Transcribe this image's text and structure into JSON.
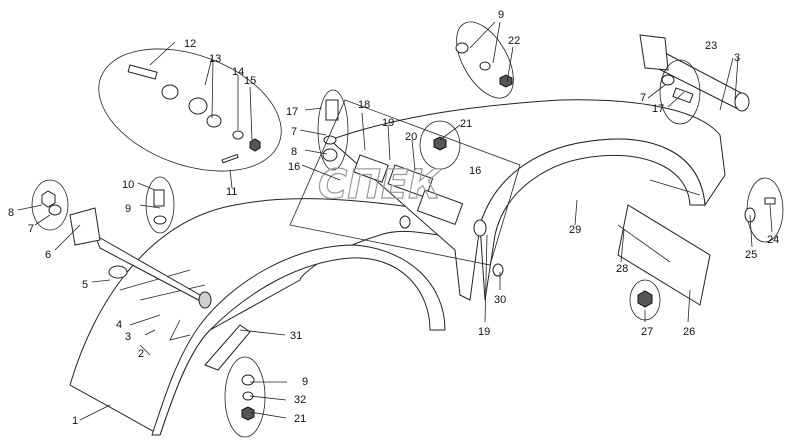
{
  "watermark": "СПЕК",
  "callouts": [
    "1",
    "2",
    "3",
    "4",
    "5",
    "6",
    "7",
    "8",
    "9",
    "10",
    "11",
    "12",
    "13",
    "14",
    "15",
    "16",
    "17",
    "18",
    "19",
    "20",
    "21",
    "22",
    "23",
    "24",
    "25",
    "26",
    "27",
    "28",
    "29",
    "30",
    "31",
    "32"
  ]
}
